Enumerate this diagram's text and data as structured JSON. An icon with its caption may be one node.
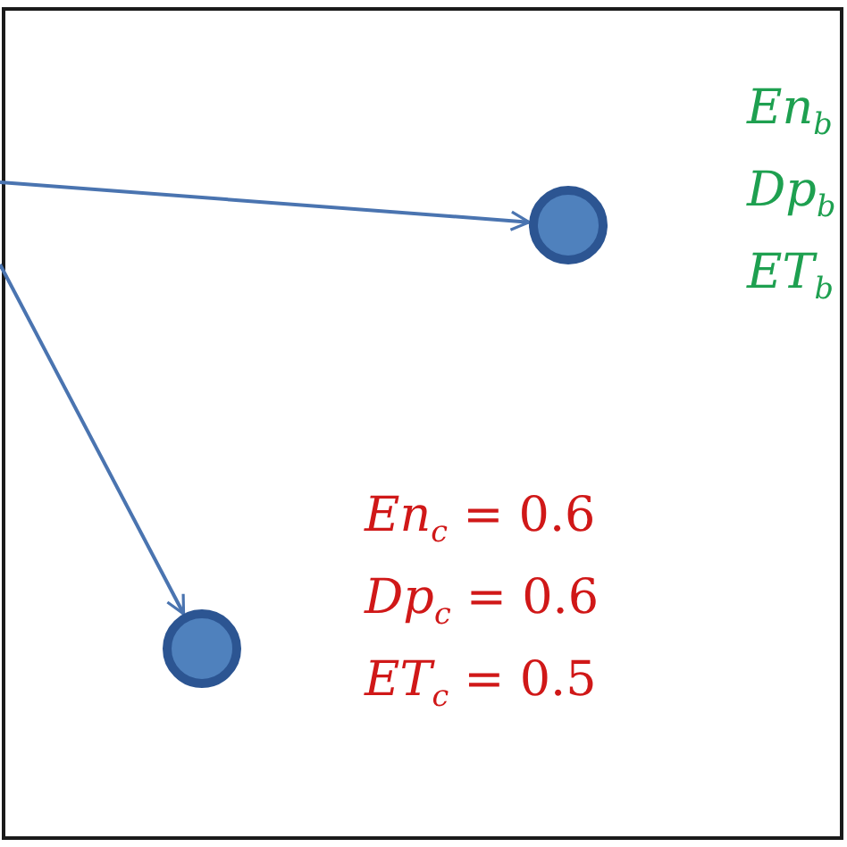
{
  "diagram": {
    "nodes": [
      {
        "text": [],
        "shape": "circle",
        "beside": [
          "*En*$_{b}$",
          "*Dp*$_{b}$",
          "*ET*$_{b}$"
        ]
      },
      {
        "text": [],
        "shape": "circle",
        "beside": [
          "*En*$_{c}$ = 0.6",
          "*Dp*$_{c}$ = 0.6",
          "*ET*$_{c}$ = 0.5"
        ]
      }
    ],
    "edges": [
      {
        "from": null,
        "to": 0,
        "arrow": "to"
      },
      {
        "from": null,
        "to": 1,
        "arrow": "to"
      }
    ]
  }
}
